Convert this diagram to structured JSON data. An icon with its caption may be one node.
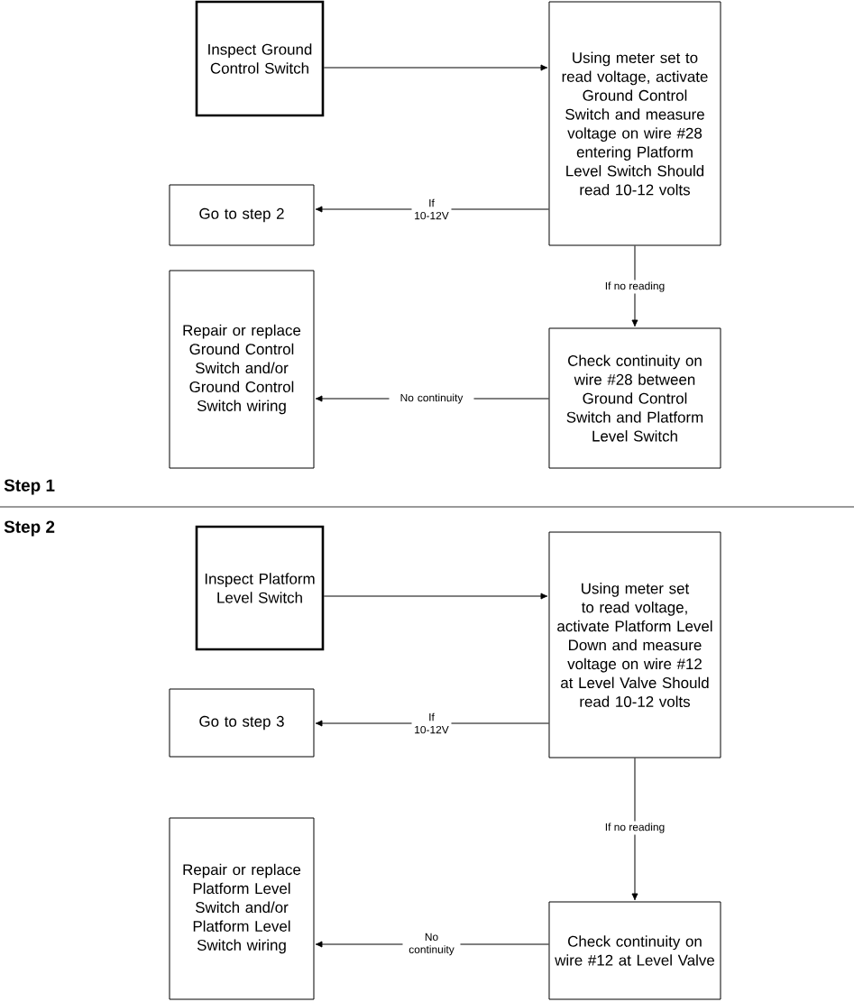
{
  "diagram": {
    "nodes": [
      {
        "text": [
          "Inspect Ground Control Switch"
        ]
      },
      {
        "text": [
          "Using meter set to read voltage, activate Ground Control Switch and measure voltage on wire #28 entering Platform Level Switch Should read 10-12 volts"
        ]
      },
      {
        "text": [
          "Go to step 2"
        ]
      },
      {
        "text": [
          "Repair or replace Ground Control Switch and/or Ground Control Switch wiring"
        ]
      },
      {
        "text": [
          "Check continuity on wire #28 between Ground Control Switch and Platform Level Switch"
        ]
      },
      {
        "text": [
          "Inspect Platform Level Switch"
        ]
      },
      {
        "text": [
          "Using meter set to read voltage, activate Platform Level Down and measure voltage on wire #12 at Level Valve Should read 10-12 volts"
        ]
      },
      {
        "text": [
          "Go to step 3"
        ]
      },
      {
        "text": [
          "Repair or replace Platform Level Switch and/or Platform Level Switch wiring"
        ]
      },
      {
        "text": [
          "Check continuity on wire #12 at Level Valve"
        ]
      }
    ],
    "edges": [
      {
        "from": 0,
        "to": 1,
        "arrow": "to"
      },
      {
        "from": 1,
        "to": 2,
        "arrow": "to",
        "label": "If 10-12V"
      },
      {
        "from": 1,
        "to": 4,
        "arrow": "to",
        "label": "If no reading"
      },
      {
        "from": 4,
        "to": 3,
        "arrow": "to",
        "label": "No continuity"
      },
      {
        "from": 5,
        "to": 6,
        "arrow": "to"
      },
      {
        "from": 6,
        "to": 7,
        "arrow": "to",
        "label": "If 10-12V"
      },
      {
        "from": 6,
        "to": 9,
        "arrow": "to",
        "label": "If no reading"
      },
      {
        "from": 9,
        "to": 8,
        "arrow": "to",
        "label": "No continuity"
      }
    ],
    "labels": [
      "Step 1",
      "Step 2"
    ]
  }
}
